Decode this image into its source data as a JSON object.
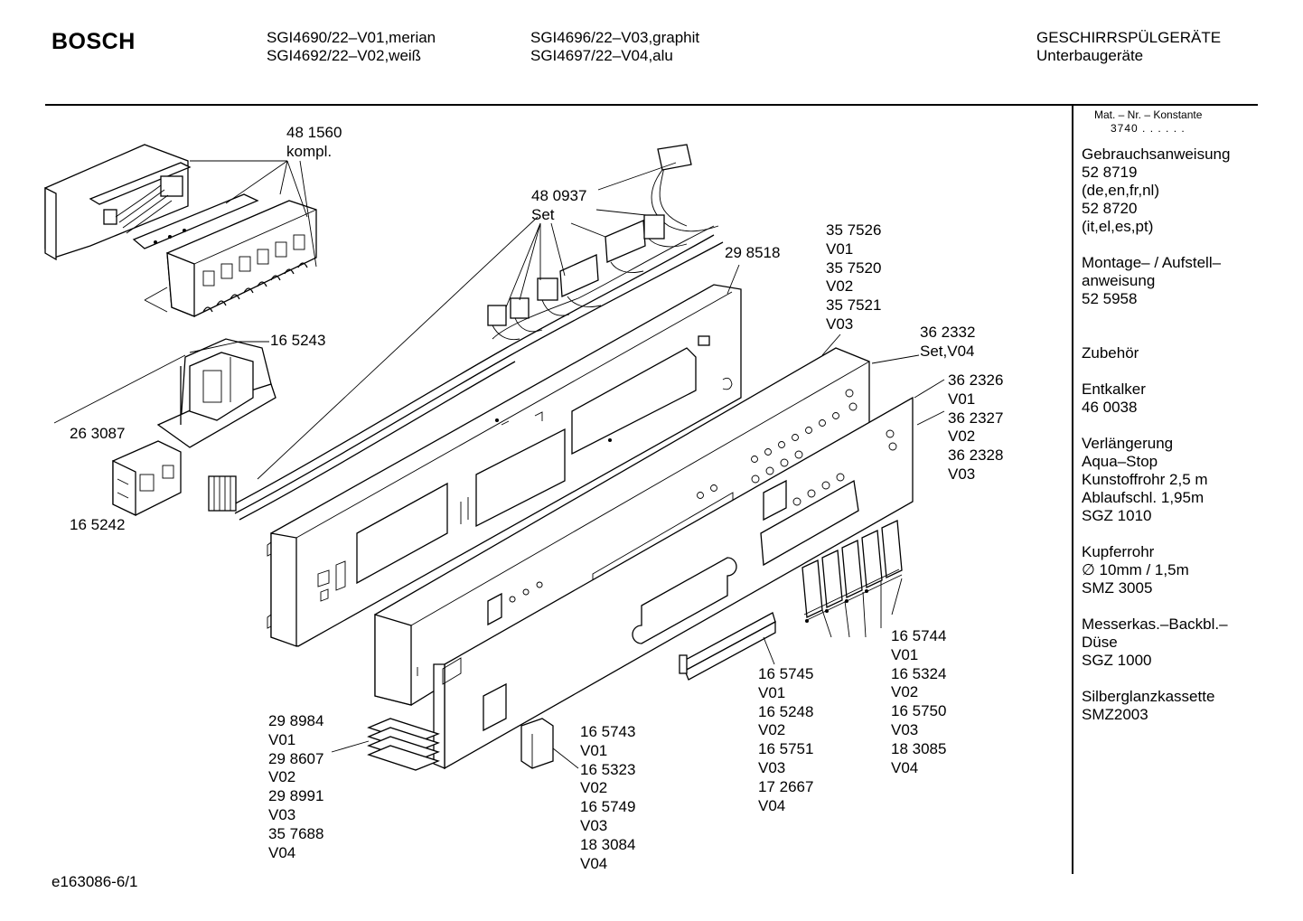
{
  "header": {
    "brand": "BOSCH",
    "models_col1": [
      "SGI4690/22–V01,merian",
      "SGI4692/22–V02,weiß"
    ],
    "models_col2": [
      "SGI4696/22–V03,graphit",
      "SGI4697/22–V04,alu"
    ],
    "category": [
      "GESCHIRRSPÜLGERÄTE",
      "Unterbaugeräte"
    ]
  },
  "sidebar": {
    "mat_title": "Mat. – Nr. – Konstante",
    "mat_value": "3740 . . . . . .",
    "sections": [
      [
        "Gebrauchsanweisung",
        "52 8719",
        "(de,en,fr,nl)",
        "52 8720",
        "(it,el,es,pt)"
      ],
      [
        "Montage– / Aufstell–",
        "anweisung",
        "52 5958"
      ],
      [
        "Zubehör"
      ],
      [
        "Entkalker",
        "46 0038"
      ],
      [
        "Verlängerung",
        "Aqua–Stop",
        "Kunstoffrohr 2,5 m",
        "Ablaufschl. 1,95m",
        "SGZ 1010"
      ],
      [
        "Kupferrohr",
        "∅ 10mm / 1,5m",
        "SMZ 3005"
      ],
      [
        "Messerkas.–Backbl.–",
        "Düse",
        "SGZ 1000"
      ],
      [
        "Silberglanzkassette",
        "SMZ2003"
      ]
    ]
  },
  "parts": {
    "p481560": [
      "48 1560",
      "kompl."
    ],
    "p480937": [
      "48 0937",
      "Set"
    ],
    "p165243": [
      "16 5243"
    ],
    "p263087": [
      "26 3087"
    ],
    "p165242": [
      "16 5242"
    ],
    "p298518": [
      "29 8518"
    ],
    "p357526": [
      "35 7526",
      "V01",
      "35 7520",
      "V02",
      "35 7521",
      "V03"
    ],
    "p362332": [
      "36 2332",
      "Set,V04"
    ],
    "p362326": [
      "36 2326",
      "V01",
      "36 2327",
      "V02",
      "36 2328",
      "V03"
    ],
    "p165744": [
      "16 5744",
      "V01",
      "16 5324",
      "V02",
      "16 5750",
      "V03",
      "18 3085",
      "V04"
    ],
    "p165745": [
      "16 5745",
      "V01",
      "16 5248",
      "V02",
      "16 5751",
      "V03",
      "17 2667",
      "V04"
    ],
    "p165743": [
      "16 5743",
      "V01",
      "16 5323",
      "V02",
      "16 5749",
      "V03",
      "18 3084",
      "V04"
    ],
    "p298984": [
      "29 8984",
      "V01",
      "29 8607",
      "V02",
      "29 8991",
      "V03",
      "35 7688",
      "V04"
    ]
  },
  "footer": "e163086-6/1"
}
